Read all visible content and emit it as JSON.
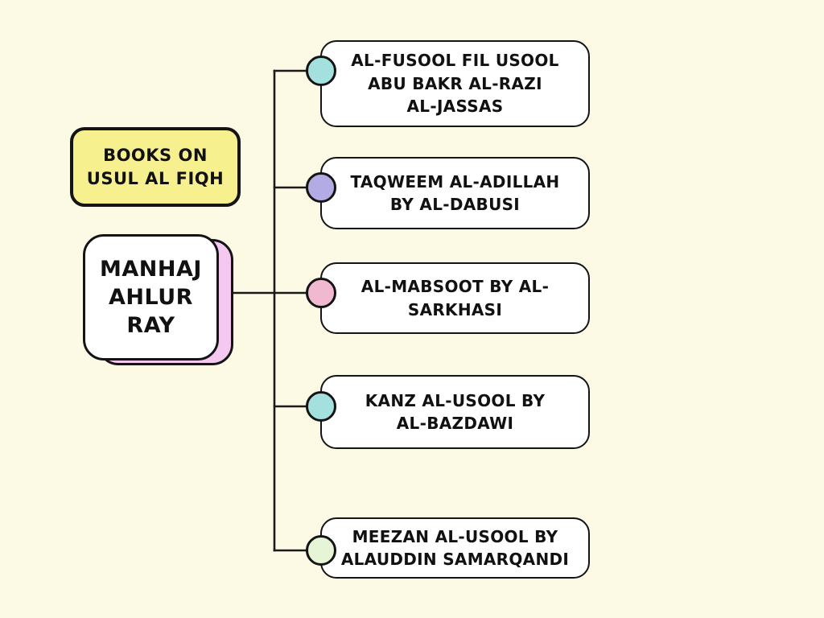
{
  "colors": {
    "background": "#FCF9E5",
    "line": "#1A1A1A",
    "node_fill": "#FFFFFF",
    "node_border": "#141414",
    "title_fill": "#F6F08F",
    "central_card": "#F5C8F2"
  },
  "title_box": {
    "label": "BOOKS ON\nUSUL AL FIQH"
  },
  "central_node": {
    "label": "MANHAJ\nAHLUR\nRAY"
  },
  "branches": [
    {
      "label": "AL-FUSOOL FIL USOOL\nABU BAKR AL-RAZI\nAL-JASSAS",
      "dot_color": "#A3E0DE",
      "dot": "teal-dot"
    },
    {
      "label": "TAQWEEM AL-ADILLAH\nBY AL-DABUSI",
      "dot_color": "#B3ACE4",
      "dot": "purple-dot"
    },
    {
      "label": "AL-MABSOOT BY AL-\nSARKHASI",
      "dot_color": "#F0B9D0",
      "dot": "pink-dot"
    },
    {
      "label": "KANZ AL-USOOL BY\nAL-BAZDAWI",
      "dot_color": "#A3E0DE",
      "dot": "teal-dot"
    },
    {
      "label": "MEEZAN AL-USOOL BY\nALAUDDIN SAMARQANDI",
      "dot_color": "#E5F5D6",
      "dot": "green-dot"
    }
  ]
}
